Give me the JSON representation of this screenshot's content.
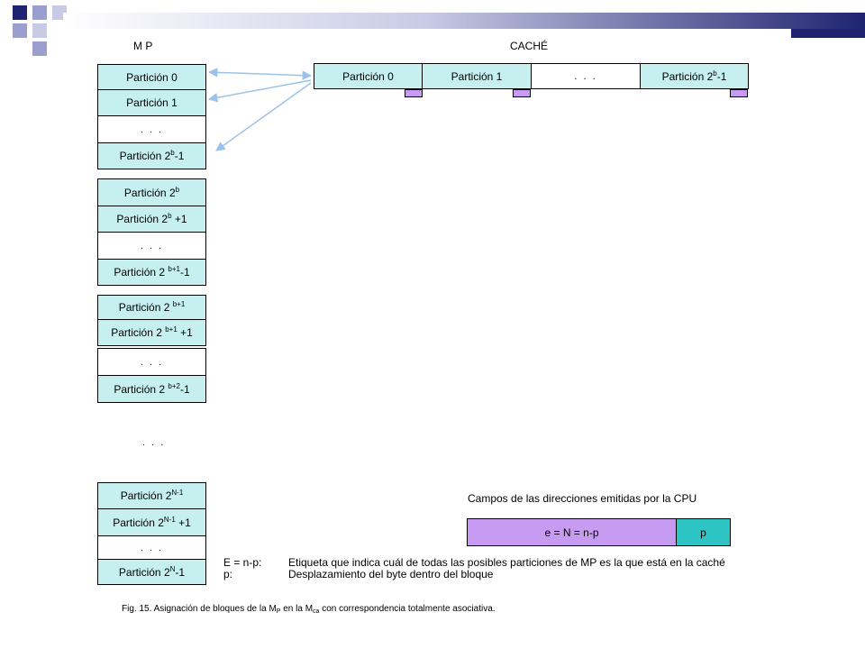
{
  "colors": {
    "partition_fill": "#c6efef",
    "tag_fill": "#c79bf2",
    "offset_fill": "#2ec4c4",
    "arrow": "#9bc2e8",
    "header_dark": "#1f2470"
  },
  "mp": {
    "title": "M P",
    "group1": [
      "Partición 0",
      "Partición 1",
      ". . .",
      "Partición 2",
      "-1"
    ],
    "group1_sup": "b",
    "group2": {
      "r0": "Partición 2",
      "r0_sup": "b",
      "r1": "Partición 2",
      "r1_sup": "b",
      "r1_tail": " +1",
      "r2": ". . .",
      "r3": "Partición 2 ",
      "r3_sup": "b+1",
      "r3_tail": "-1"
    },
    "group3": {
      "r0": "Partición 2 ",
      "r0_sup": "b+1",
      "r1": "Partición 2 ",
      "r1_sup": "b+1",
      "r1_tail": " +1",
      "r2": ". . .",
      "r3": "Partición 2 ",
      "r3_sup": "b+2",
      "r3_tail": "-1"
    },
    "between_dots": ". . .",
    "group4": {
      "r0": "Partición 2",
      "r0_sup": "N-1",
      "r1": "Partición 2",
      "r1_sup": "N-1",
      "r1_tail": " +1",
      "r2": ". . .",
      "r3": "Partición 2",
      "r3_sup": "N",
      "r3_tail": "-1"
    }
  },
  "cache": {
    "title": "CACHÉ",
    "c0": "Partición 0",
    "c1": "Partición 1",
    "c2": ". . .",
    "c3": "Partición 2",
    "c3_sup": "b",
    "c3_tail": "-1"
  },
  "address": {
    "title": "Campos de las direcciones emitidas por la CPU",
    "tag_field": "e = N = n-p",
    "offset_field": "p"
  },
  "legend": {
    "key1": "E = n-p:",
    "desc1": "Etiqueta que indica cuál de todas las posibles particiones de MP es la que está en la caché",
    "key2": "p:",
    "desc2": "Desplazamiento del byte dentro del bloque"
  },
  "caption": {
    "part1": "Fig. 15.  Asignación de bloques de la M",
    "sub1": "P",
    "part2": " en la M",
    "sub2": "ca",
    "part3": " con correspondencia totalmente asociativa."
  }
}
